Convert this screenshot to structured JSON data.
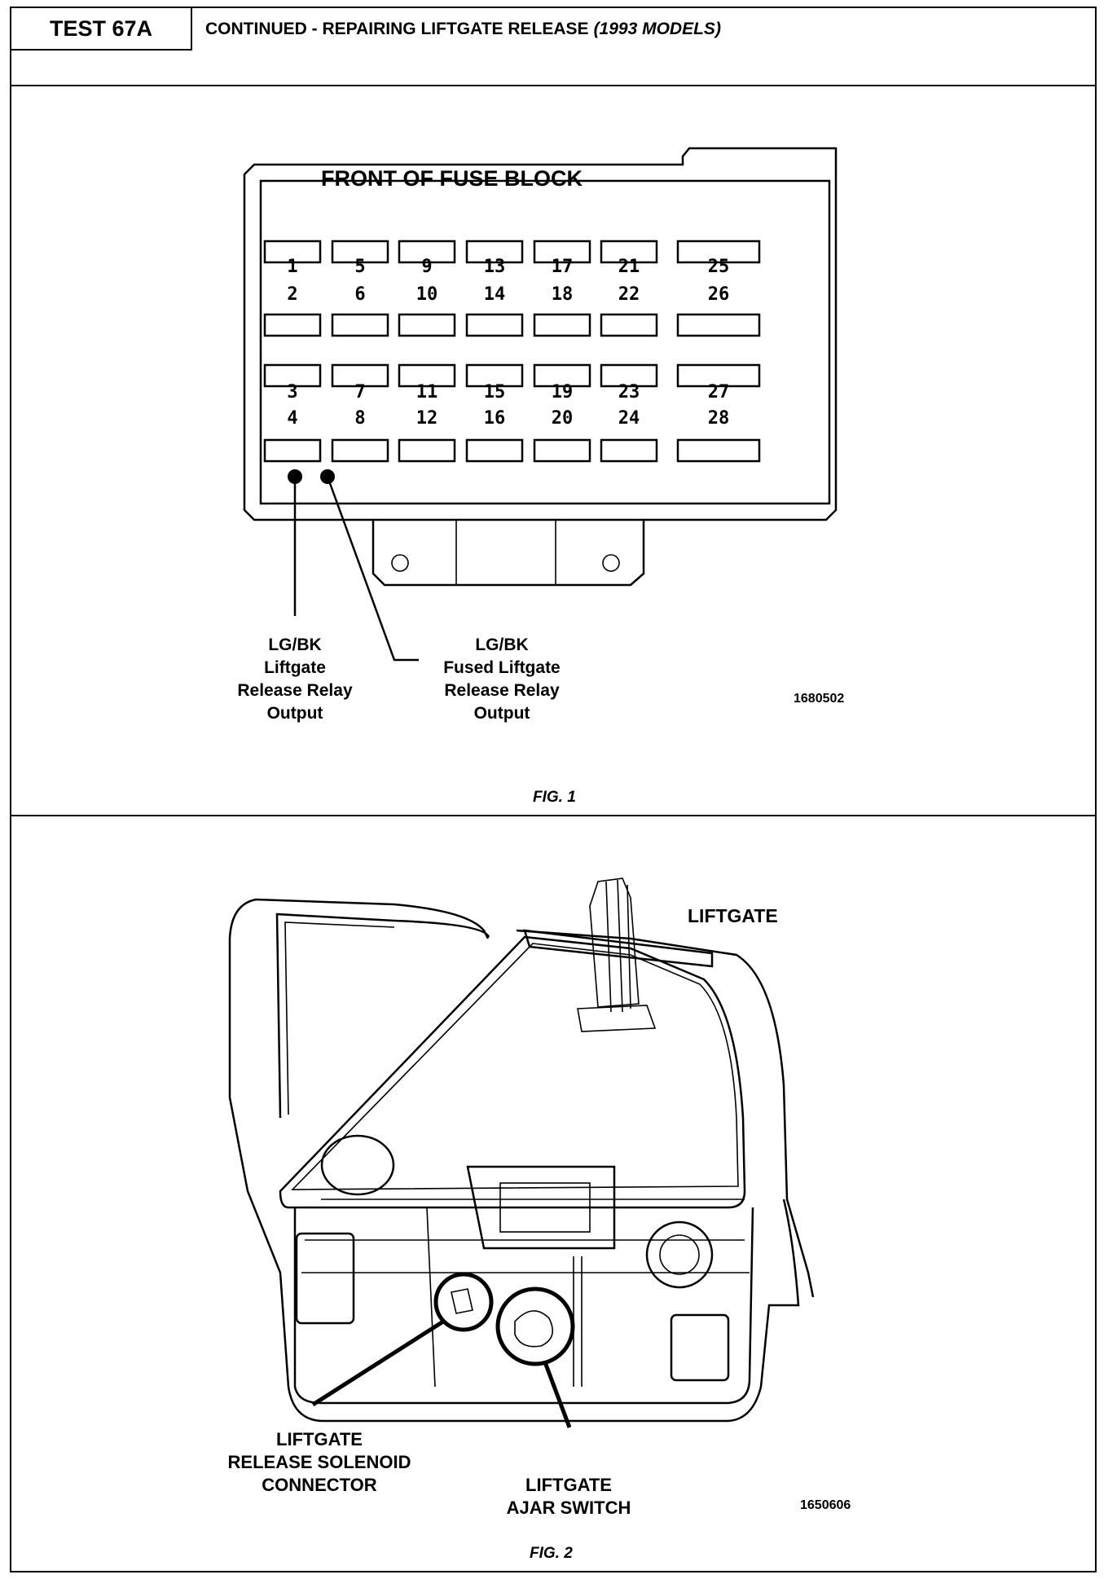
{
  "header": {
    "test_id": "TEST 67A",
    "title": "CONTINUED - REPAIRING LIFTGATE RELEASE",
    "title_models": "(1993 MODELS)"
  },
  "fig1": {
    "title": "FRONT OF FUSE BLOCK",
    "fuse_rows": [
      [
        "1",
        "5",
        "9",
        "13",
        "17",
        "21",
        "25"
      ],
      [
        "2",
        "6",
        "10",
        "14",
        "18",
        "22",
        "26"
      ],
      [
        "3",
        "7",
        "11",
        "15",
        "19",
        "23",
        "27"
      ],
      [
        "4",
        "8",
        "12",
        "16",
        "20",
        "24",
        "28"
      ]
    ],
    "callout_left": [
      "LG/BK",
      "Liftgate",
      "Release Relay",
      "Output"
    ],
    "callout_right": [
      "LG/BK",
      "Fused Liftgate",
      "Release Relay",
      "Output"
    ],
    "part_number": "1680502",
    "caption": "FIG. 1"
  },
  "fig2": {
    "liftgate_label": "LIFTGATE",
    "solenoid_label": [
      "LIFTGATE",
      "RELEASE SOLENOID",
      "CONNECTOR"
    ],
    "switch_label": [
      "LIFTGATE",
      "AJAR SWITCH"
    ],
    "part_number": "1650606",
    "caption": "FIG. 2"
  }
}
